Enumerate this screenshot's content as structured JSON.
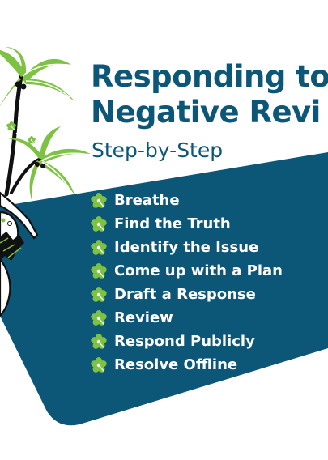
{
  "infographic": {
    "title_line1": "Responding to",
    "title_line2": "Negative Revi",
    "subtitle": "Step-by-Step",
    "steps": [
      {
        "label": "Breathe"
      },
      {
        "label": "Find the Truth"
      },
      {
        "label": "Identify the Issue"
      },
      {
        "label": "Come up with a Plan"
      },
      {
        "label": "Draft a Response"
      },
      {
        "label": "Review"
      },
      {
        "label": "Respond Publicly"
      },
      {
        "label": "Resolve Offline"
      }
    ],
    "icons": {
      "step_bullet": "hibiscus-flower-icon",
      "illustration": "palm-trees-hula-dancer"
    },
    "colors": {
      "navy": "#0c5678",
      "lime": "#7dc242",
      "white": "#ffffff",
      "ink": "#111111"
    }
  }
}
